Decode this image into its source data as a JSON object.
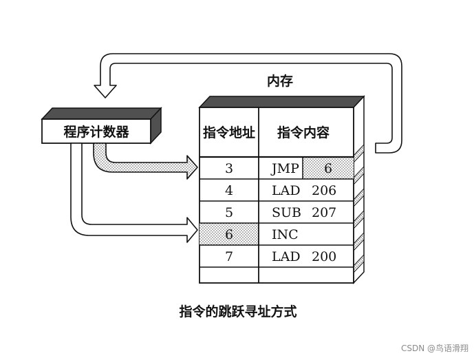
{
  "memory_label": "内存",
  "pc_label": "程序计数器",
  "table": {
    "headers": {
      "address": "指令地址",
      "content": "指令内容"
    },
    "rows": [
      {
        "address": "3",
        "op": "JMP",
        "operand": "6",
        "operand_highlight": true,
        "address_highlight": false
      },
      {
        "address": "4",
        "op": "LAD",
        "operand": "206",
        "operand_highlight": false,
        "address_highlight": false
      },
      {
        "address": "5",
        "op": "SUB",
        "operand": "207",
        "operand_highlight": false,
        "address_highlight": false
      },
      {
        "address": "6",
        "op": "INC",
        "operand": "",
        "operand_highlight": false,
        "address_highlight": true
      },
      {
        "address": "7",
        "op": "LAD",
        "operand": "200",
        "operand_highlight": false,
        "address_highlight": false
      }
    ]
  },
  "caption": "指令的跳跃寻址方式",
  "watermark": "CSDN @鸟语滑翔"
}
